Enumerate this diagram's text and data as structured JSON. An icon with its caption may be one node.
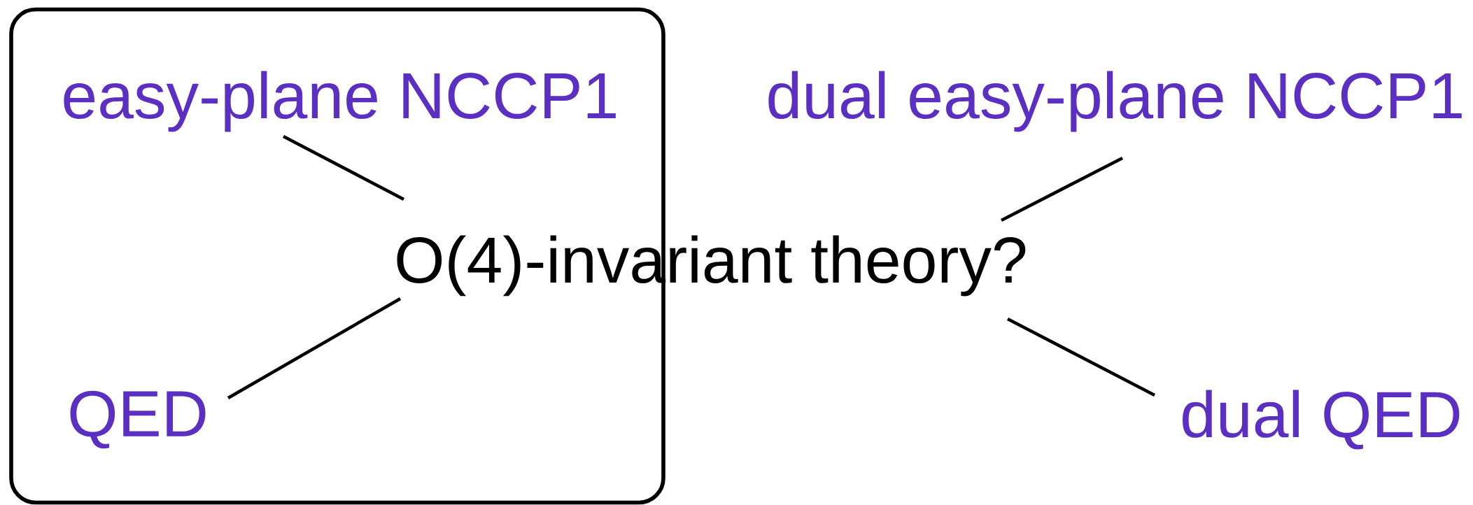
{
  "diagram": {
    "nodes": [
      {
        "text": [],
        "shape": "box"
      },
      {
        "text": [
          "easy-plane NCCP1"
        ],
        "in": 0
      },
      {
        "text": [
          "dual easy-plane NCCP1"
        ]
      },
      {
        "text": [
          "O(4)-invariant theory?"
        ]
      },
      {
        "text": [
          "QED"
        ],
        "in": 0
      },
      {
        "text": [
          "dual QED"
        ]
      }
    ],
    "edges": [
      {
        "from": 1,
        "to": 3,
        "arrow": "none"
      },
      {
        "from": 2,
        "to": 3,
        "arrow": "none"
      },
      {
        "from": 4,
        "to": 3,
        "arrow": "none"
      },
      {
        "from": 5,
        "to": 3,
        "arrow": "none"
      }
    ]
  }
}
